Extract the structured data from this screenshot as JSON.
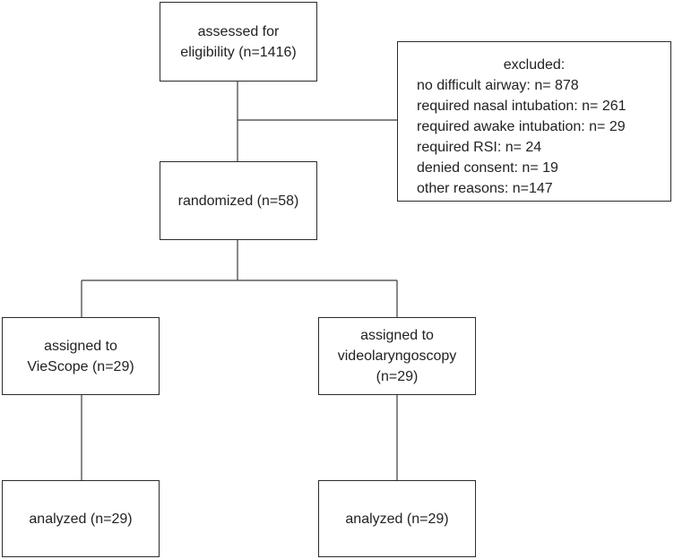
{
  "flowchart": {
    "assessed": {
      "lines": [
        "assessed for",
        "eligibility (n=1416)"
      ]
    },
    "excluded": {
      "heading": "excluded:",
      "reasons": [
        "no difficult airway: n= 878",
        "required nasal intubation: n= 261",
        "required awake intubation: n= 29",
        "required RSI: n= 24",
        "denied consent: n= 19",
        "other reasons: n=147"
      ]
    },
    "randomized": {
      "label": "randomized (n=58)"
    },
    "arm_vie": {
      "lines": [
        "assigned to",
        "VieScope (n=29)"
      ]
    },
    "arm_video": {
      "lines": [
        "assigned to",
        "videolaryngoscopy",
        "(n=29)"
      ]
    },
    "analyzed_vie": {
      "label": "analyzed (n=29)"
    },
    "analyzed_video": {
      "label": "analyzed (n=29)"
    }
  }
}
